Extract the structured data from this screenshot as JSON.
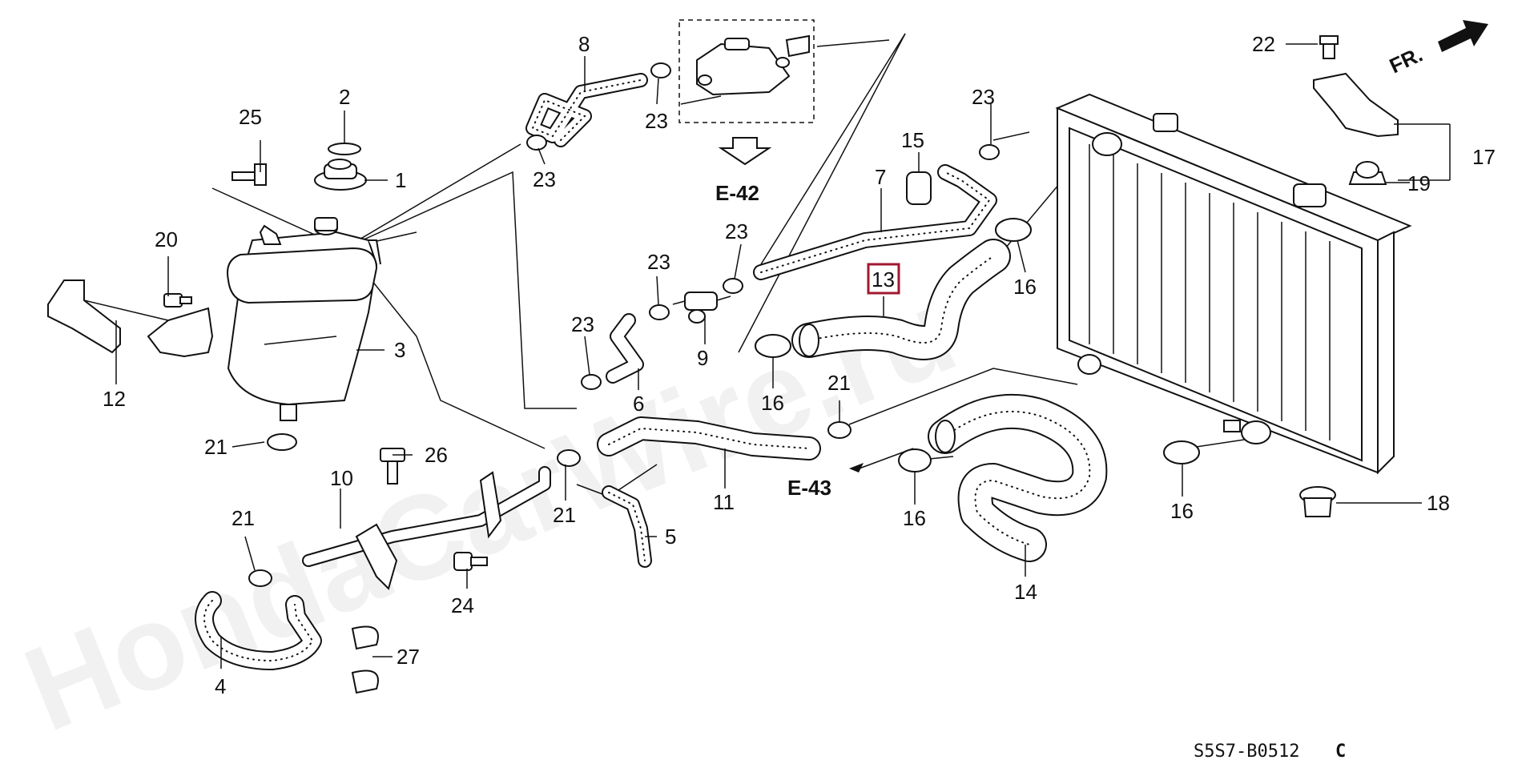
{
  "watermark": "HondaCarWire.ru",
  "diagram_code": "S5S7-B0512",
  "diagram_code_suffix": "C",
  "direction_label": "FR.",
  "references": {
    "e42": "E-42",
    "e43": "E-43"
  },
  "highlight_color": "#a0182f",
  "callouts": {
    "n1": "1",
    "n2": "2",
    "n3": "3",
    "n4": "4",
    "n5": "5",
    "n6": "6",
    "n7": "7",
    "n8": "8",
    "n9": "9",
    "n10": "10",
    "n11": "11",
    "n12": "12",
    "n13": "13",
    "n14": "14",
    "n15": "15",
    "n16a": "16",
    "n16b": "16",
    "n16c": "16",
    "n16d": "16",
    "n17": "17",
    "n18": "18",
    "n19": "19",
    "n20": "20",
    "n21a": "21",
    "n21b": "21",
    "n21c": "21",
    "n21d": "21",
    "n22": "22",
    "n23a": "23",
    "n23b": "23",
    "n23c": "23",
    "n23d": "23",
    "n23e": "23",
    "n23f": "23",
    "n24": "24",
    "n25": "25",
    "n26": "26",
    "n27": "27"
  }
}
